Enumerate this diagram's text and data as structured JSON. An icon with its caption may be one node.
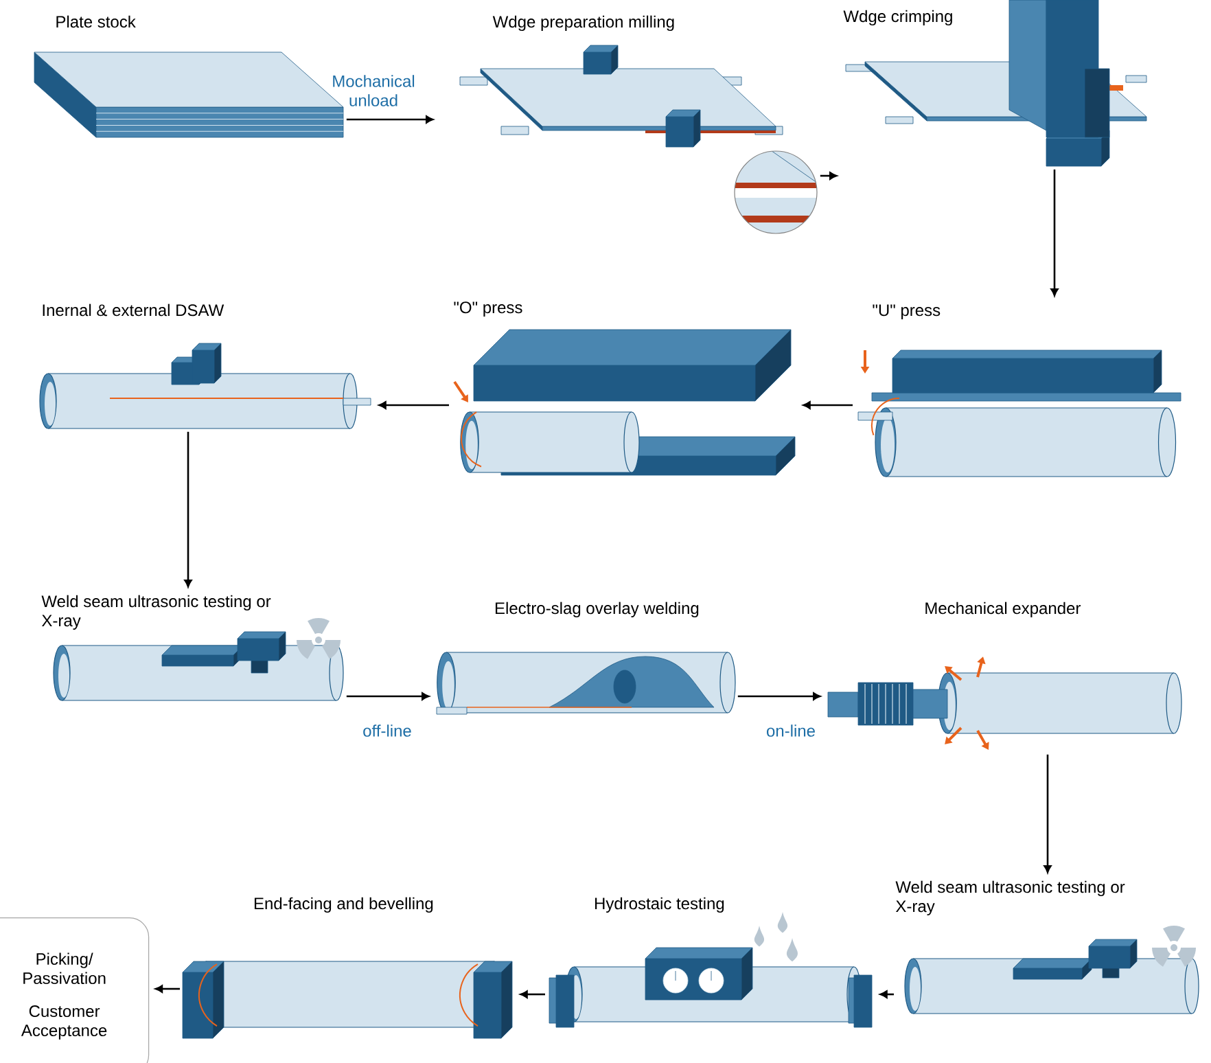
{
  "diagram": {
    "nodes": [
      {
        "text": [
          "Plate stock"
        ]
      },
      {
        "text": [
          "Wdge preparation milling"
        ]
      },
      {
        "text": [
          "Wdge crimping"
        ]
      },
      {
        "text": [
          "\"U\" press"
        ]
      },
      {
        "text": [
          "\"O\" press"
        ]
      },
      {
        "text": [
          "Inernal & external DSAW"
        ]
      },
      {
        "text": [
          "Weld seam ultrasonic testing or X-ray"
        ]
      },
      {
        "text": [
          "Electro-slag overlay welding"
        ]
      },
      {
        "text": [
          "Mechanical expander"
        ]
      },
      {
        "text": [
          "Weld seam ultrasonic testing or X-ray"
        ]
      },
      {
        "text": [
          "Hydrostaic testing"
        ]
      },
      {
        "text": [
          "End-facing and bevelling"
        ]
      },
      {
        "text": [
          "Picking/ Passivation",
          "Customer Acceptance"
        ]
      }
    ],
    "edges": [
      {
        "from": 0,
        "to": 1,
        "arrow": "to",
        "label": "Mochanical unload"
      },
      {
        "from": 1,
        "to": 2,
        "arrow": "to"
      },
      {
        "from": 2,
        "to": 3,
        "arrow": "to"
      },
      {
        "from": 3,
        "to": 4,
        "arrow": "to"
      },
      {
        "from": 4,
        "to": 5,
        "arrow": "to"
      },
      {
        "from": 5,
        "to": 6,
        "arrow": "to"
      },
      {
        "from": 6,
        "to": 7,
        "arrow": "to",
        "label": "off-line"
      },
      {
        "from": 7,
        "to": 8,
        "arrow": "to",
        "label": "on-line"
      },
      {
        "from": 8,
        "to": 9,
        "arrow": "to"
      },
      {
        "from": 9,
        "to": 10,
        "arrow": "to"
      },
      {
        "from": 10,
        "to": 11,
        "arrow": "to"
      },
      {
        "from": 11,
        "to": 12,
        "arrow": "to"
      }
    ]
  }
}
